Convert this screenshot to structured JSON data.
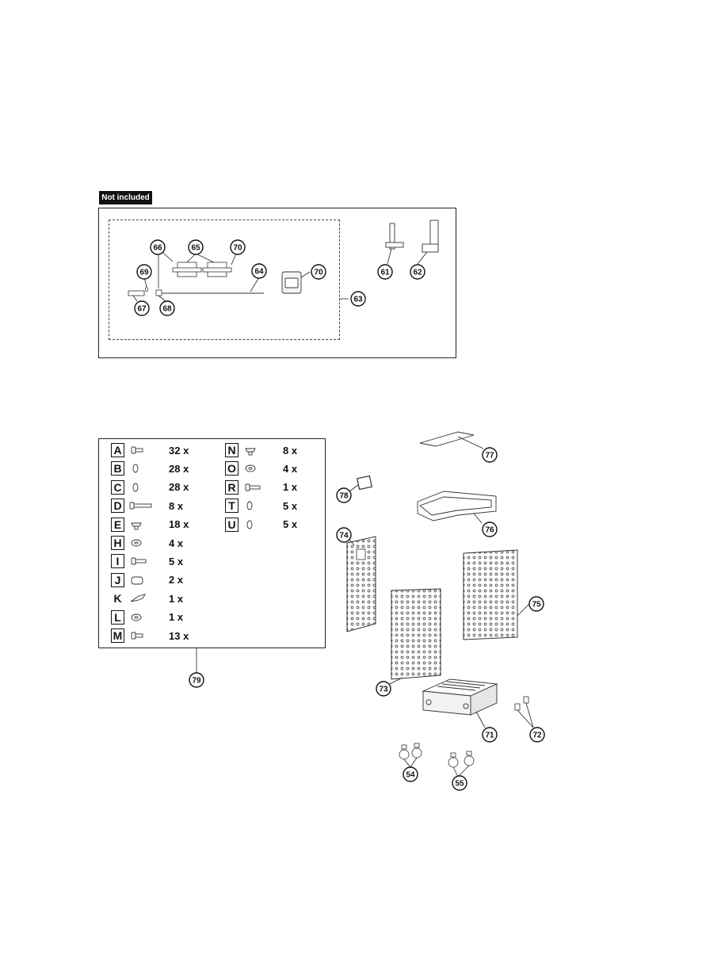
{
  "not_included_label": "Not included",
  "hardware_left": [
    {
      "letter": "A",
      "qty": "32 x",
      "icon": "bolt-short-icon"
    },
    {
      "letter": "B",
      "qty": "28 x",
      "icon": "lock-washer-icon"
    },
    {
      "letter": "C",
      "qty": "28 x",
      "icon": "lock-washer-icon"
    },
    {
      "letter": "D",
      "qty": "8 x",
      "icon": "bolt-long-icon"
    },
    {
      "letter": "E",
      "qty": "18 x",
      "icon": "nut-icon"
    },
    {
      "letter": "H",
      "qty": "4 x",
      "icon": "flat-washer-icon"
    },
    {
      "letter": "I",
      "qty": "5 x",
      "icon": "bolt-medium-icon"
    },
    {
      "letter": "J",
      "qty": "2 x",
      "icon": "spacer-tube-icon"
    },
    {
      "letter": "K",
      "qty": "1 x",
      "icon": "wing-bolt-icon"
    },
    {
      "letter": "L",
      "qty": "1 x",
      "icon": "flat-washer-icon"
    },
    {
      "letter": "M",
      "qty": "13 x",
      "icon": "bolt-short-icon"
    }
  ],
  "hardware_right": [
    {
      "letter": "N",
      "qty": "8 x",
      "icon": "nut-icon"
    },
    {
      "letter": "O",
      "qty": "4 x",
      "icon": "flat-washer-icon"
    },
    {
      "letter": "R",
      "qty": "1 x",
      "icon": "bolt-medium-icon"
    },
    {
      "letter": "T",
      "qty": "5 x",
      "icon": "lock-washer-icon"
    },
    {
      "letter": "U",
      "qty": "5 x",
      "icon": "lock-washer-icon"
    }
  ],
  "callouts": {
    "c66": "66",
    "c65": "65",
    "c70a": "70",
    "c69": "69",
    "c64": "64",
    "c70b": "70",
    "c67": "67",
    "c68": "68",
    "c63": "63",
    "c61": "61",
    "c62": "62",
    "c79": "79",
    "c77": "77",
    "c78": "78",
    "c76": "76",
    "c74": "74",
    "c75": "75",
    "c73": "73",
    "c71": "71",
    "c72": "72",
    "c54": "54",
    "c55": "55"
  }
}
